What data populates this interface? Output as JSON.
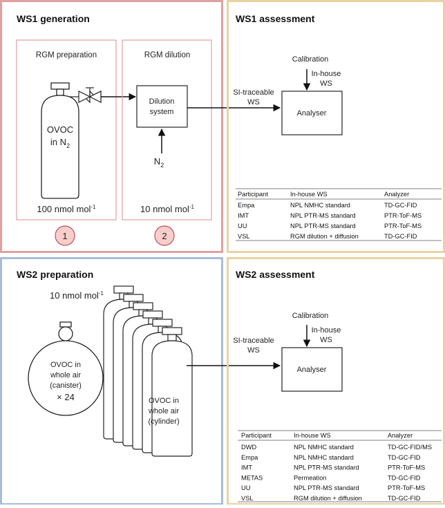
{
  "colors": {
    "ws1_generation_border": "#e0a0a2",
    "ws1_assessment_border": "#e8d3a0",
    "ws2_preparation_border": "#a8bcd8",
    "ws2_assessment_border": "#e8d3a0",
    "step_circle_fill": "#f8cecc",
    "step_circle_stroke": "#b85450"
  },
  "ws1_generation": {
    "title": "WS1 generation",
    "rgm_preparation": {
      "title": "RGM preparation",
      "cylinder_label_line1": "OVOC",
      "cylinder_label_line2_main": "in N",
      "cylinder_label_line2_sub": "2",
      "concentration_main": "100 nmol mol",
      "concentration_sup": "-1",
      "step": "1"
    },
    "rgm_dilution": {
      "title": "RGM dilution",
      "box_line1": "Dilution",
      "box_line2": "system",
      "input_main": "N",
      "input_sub": "2",
      "concentration_main": "10 nmol mol",
      "concentration_sup": "-1",
      "step": "2"
    }
  },
  "ws1_assessment": {
    "title": "WS1 assessment",
    "calibration": "Calibration",
    "inhouse_line1": "In-house",
    "inhouse_line2": "WS",
    "si_line1": "SI-traceable",
    "si_line2": "WS",
    "analyser": "Analyser",
    "table": {
      "headers": [
        "Participant",
        "In-house WS",
        "Analyzer"
      ],
      "rows": [
        [
          "Empa",
          "NPL NMHC standard",
          "TD-GC-FID"
        ],
        [
          "IMT",
          "NPL PTR-MS standard",
          "PTR-ToF-MS"
        ],
        [
          "UU",
          "NPL PTR-MS standard",
          "PTR-ToF-MS"
        ],
        [
          "VSL",
          "RGM dilution + diffusion",
          "TD-GC-FID"
        ]
      ]
    }
  },
  "ws2_preparation": {
    "title": "WS2 preparation",
    "concentration_main": "10 nmol mol",
    "concentration_sup": "-1",
    "canister_lines": [
      "OVOC in",
      "whole air",
      "(canister)",
      "× 24"
    ],
    "cylinder_lines": [
      "OVOC in",
      "whole air",
      "(cylinder)"
    ]
  },
  "ws2_assessment": {
    "title": "WS2 assessment",
    "calibration": "Calibration",
    "inhouse_line1": "In-house",
    "inhouse_line2": "WS",
    "si_line1": "SI-traceable",
    "si_line2": "WS",
    "analyser": "Analyser",
    "table": {
      "headers": [
        "Participant",
        "In-house WS",
        "Analyzer"
      ],
      "rows": [
        [
          "DWD",
          "NPL NMHC standard",
          "TD-GC-FID/MS"
        ],
        [
          "Empa",
          "NPL NMHC standard",
          "TD-GC-FID"
        ],
        [
          "IMT",
          "NPL PTR-MS standard",
          "PTR-ToF-MS"
        ],
        [
          "METAS",
          "Permeation",
          "TD-GC-FID"
        ],
        [
          "UU",
          "NPL PTR-MS standard",
          "PTR-ToF-MS"
        ],
        [
          "VSL",
          "RGM dilution + diffusion",
          "TD-GC-FID"
        ]
      ]
    }
  }
}
